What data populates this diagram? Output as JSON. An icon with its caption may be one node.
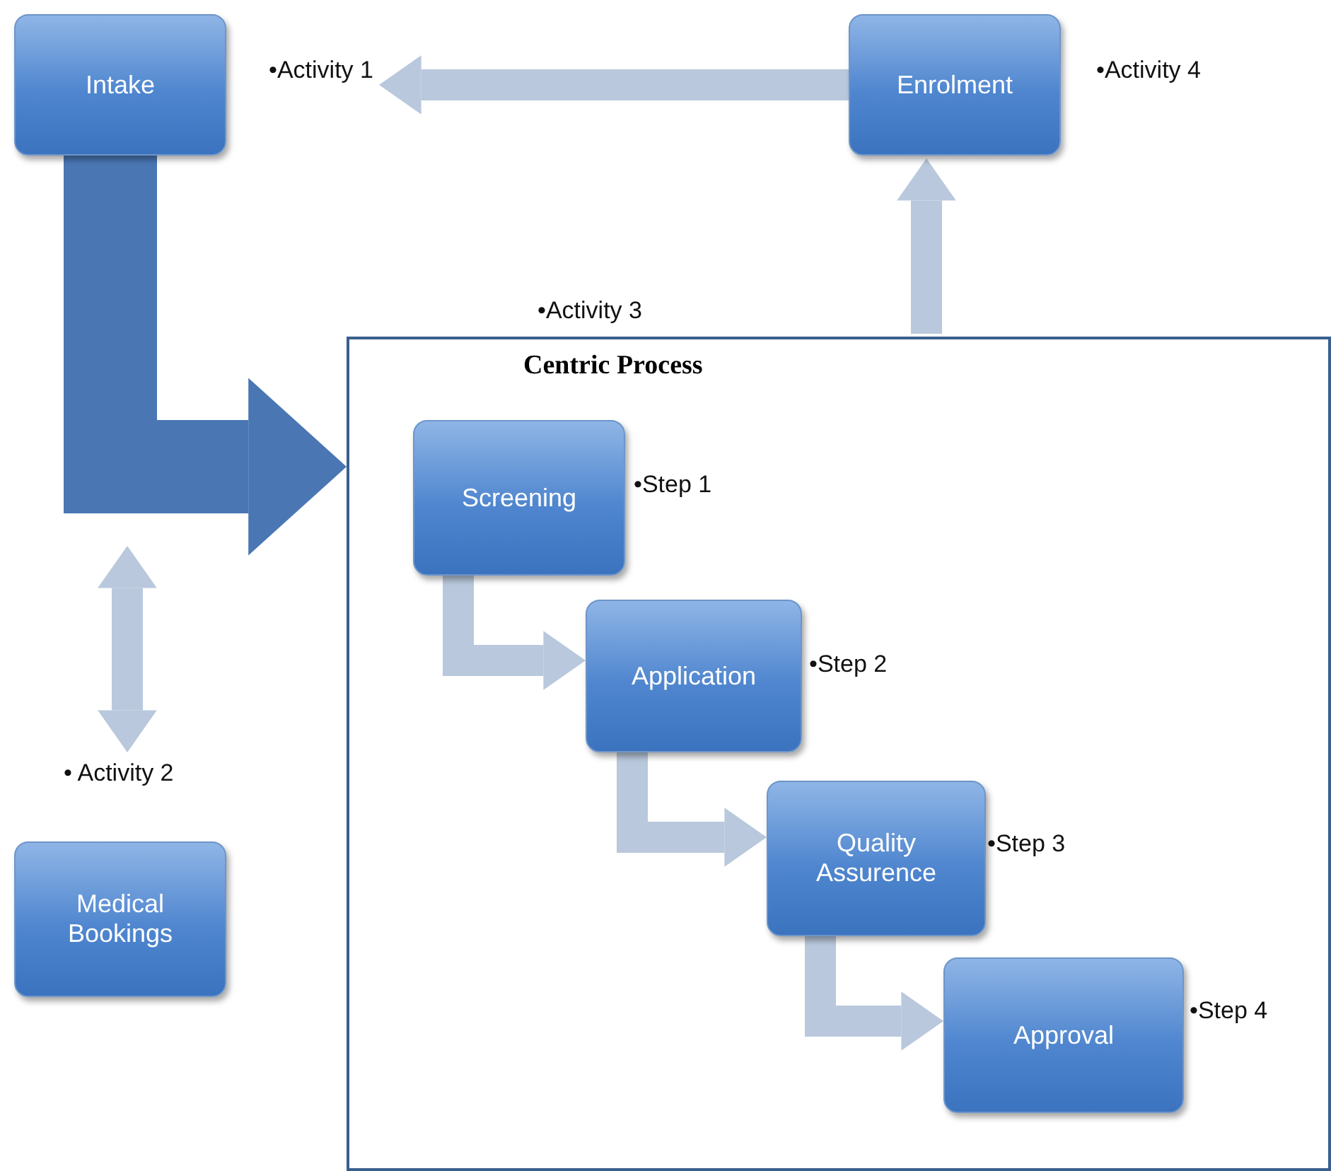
{
  "diagram": {
    "nodes": [
      {
        "text": [
          "Intake"
        ],
        "beside": [
          "•Activity 1"
        ]
      },
      {
        "text": [
          "Enrolment"
        ],
        "beside": [
          "•Activity 4"
        ]
      },
      {
        "text": [
          "Centric Process"
        ],
        "beside": [
          "•Activity 3"
        ]
      },
      {
        "text": [
          "Screening"
        ],
        "in": 2,
        "beside": [
          "•Step 1"
        ]
      },
      {
        "text": [
          "Application"
        ],
        "in": 2,
        "beside": [
          "•Step 2"
        ]
      },
      {
        "text": [
          "Quality Assurence"
        ],
        "in": 2,
        "beside": [
          "•Step 3"
        ]
      },
      {
        "text": [
          "Approval"
        ],
        "in": 2,
        "beside": [
          "•Step 4"
        ]
      },
      {
        "text": [
          "Medical Bookings"
        ],
        "beside": [
          "• Activity 2"
        ]
      }
    ],
    "edges": [
      {
        "from": 1,
        "to": 0,
        "arrow": "to"
      },
      {
        "from": 0,
        "to": 2,
        "arrow": "to",
        "style": "thick",
        "color": "#4a77b4"
      },
      {
        "from": 2,
        "to": 1,
        "arrow": "to"
      },
      {
        "from": null,
        "to": 7,
        "arrow": "both"
      },
      {
        "from": 3,
        "to": 4,
        "arrow": "to"
      },
      {
        "from": 4,
        "to": 5,
        "arrow": "to"
      },
      {
        "from": 5,
        "to": 6,
        "arrow": "to"
      }
    ]
  }
}
